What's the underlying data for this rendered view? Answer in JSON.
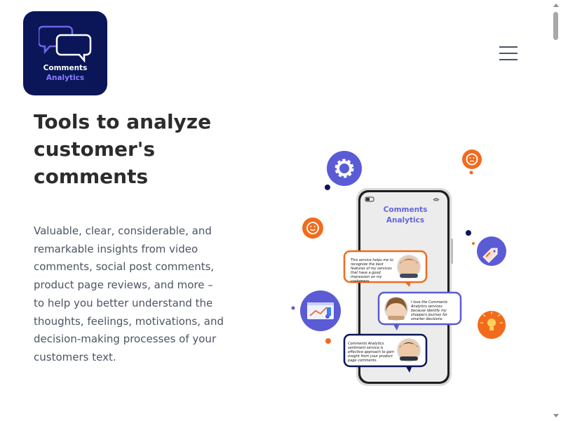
{
  "header": {
    "logo_line1": "Comments",
    "logo_line2": "Analytics"
  },
  "hero": {
    "headline": "Tools to analyze customer's comments",
    "description": "Valuable, clear, considerable, and remarkable insights from video comments, social post comments, product page reviews, and more – to help you better understand the thoughts, feelings, motivations, and decision-making processes of your customers text."
  },
  "illustration": {
    "phone_title_line1": "Comments",
    "phone_title_line2": "Analytics",
    "bubbles": [
      {
        "text": "This service helps me to recognize the best features of my services that have a good impression on my customers.",
        "border_color": "#f26b1d"
      },
      {
        "text": "I love the Comments Analytics services because identify my shoppers journey for smarter decisions.",
        "border_color": "#5b5bd6"
      },
      {
        "text": "Comments Analytics sentiment service is effective approach to gain insight from your product page comments.",
        "border_color": "#0a1657"
      }
    ],
    "icons": [
      "gear-icon",
      "sad-face-icon",
      "smile-face-icon",
      "tag-icon",
      "dashboard-icon",
      "lightbulb-icon"
    ]
  },
  "colors": {
    "navy": "#0a1657",
    "purple": "#5b5bd6",
    "orange": "#f26b1d",
    "text_dark": "#2c2c2c",
    "text_body": "#4b5563"
  }
}
